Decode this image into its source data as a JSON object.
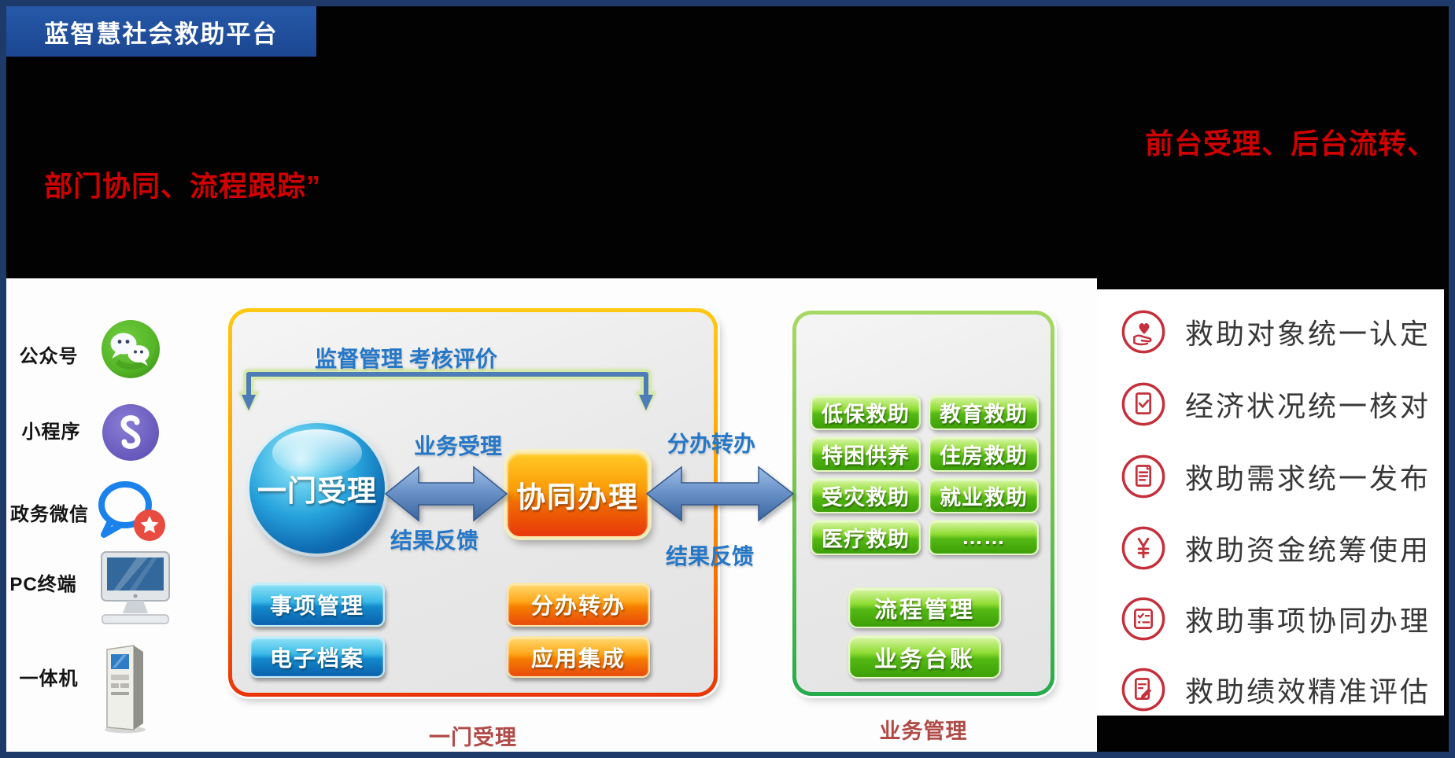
{
  "title": "蓝智慧社会救助平台",
  "headline": {
    "part1": "前台受理、后台流转、",
    "part2": "部门协同、流程跟踪”"
  },
  "channels": [
    {
      "label": "公众号",
      "icon": "wechat-icon"
    },
    {
      "label": "小程序",
      "icon": "miniprogram-icon"
    },
    {
      "label": "政务微信",
      "icon": "gov-wechat-icon"
    },
    {
      "label": "PC终端",
      "icon": "desktop-pc-icon"
    },
    {
      "label": "一体机",
      "icon": "kiosk-icon"
    }
  ],
  "reception": {
    "supervision": "监督管理 考核评价",
    "portal": "一门受理",
    "collaborate": "协同办理",
    "flow_top_left": "业务受理",
    "flow_bottom_left": "结果反馈",
    "flow_top_right": "分办转办",
    "flow_bottom_right": "结果反馈",
    "tools_blue": [
      "事项管理",
      "电子档案"
    ],
    "tools_orange": [
      "分办转办",
      "应用集成"
    ],
    "caption": "一门受理"
  },
  "business": {
    "services": [
      "低保救助",
      "教育救助",
      "特困供养",
      "住房救助",
      "受灾救助",
      "就业救助",
      "医疗救助",
      "……"
    ],
    "management": [
      "流程管理",
      "业务台账"
    ],
    "caption": "业务管理"
  },
  "features": [
    {
      "icon": "hand-heart-icon",
      "label": "救助对象统一认定"
    },
    {
      "icon": "document-check-icon",
      "label": "经济状况统一核对"
    },
    {
      "icon": "document-lines-icon",
      "label": "救助需求统一发布"
    },
    {
      "icon": "yen-icon",
      "label": "救助资金统筹使用"
    },
    {
      "icon": "checklist-icon",
      "label": "救助事项协同办理"
    },
    {
      "icon": "document-pencil-icon",
      "label": "救助绩效精准评估"
    }
  ],
  "colors": {
    "accent_red": "#CE0000",
    "caption_red": "#B04A47",
    "frame_navy": "#1E3A6B",
    "title_bg": "#1F4E99",
    "flow_blue": "#2577C8",
    "feature_icon_red": "#C4303B"
  }
}
